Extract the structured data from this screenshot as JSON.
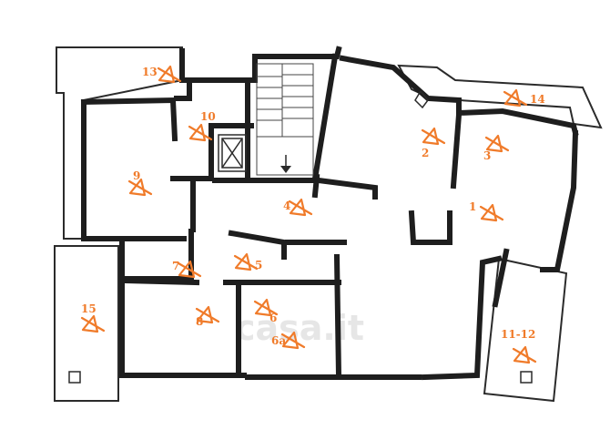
{
  "watermark": "casa.it",
  "marker_color": "#f07b2a",
  "rooms": [
    {
      "label": "1"
    },
    {
      "label": "2"
    },
    {
      "label": "3"
    },
    {
      "label": "4"
    },
    {
      "label": "5"
    },
    {
      "label": "6"
    },
    {
      "label": "6a"
    },
    {
      "label": "7"
    },
    {
      "label": "8"
    },
    {
      "label": "9"
    },
    {
      "label": "10"
    },
    {
      "label": "11-12"
    },
    {
      "label": "13"
    },
    {
      "label": "14"
    },
    {
      "label": "15"
    }
  ]
}
